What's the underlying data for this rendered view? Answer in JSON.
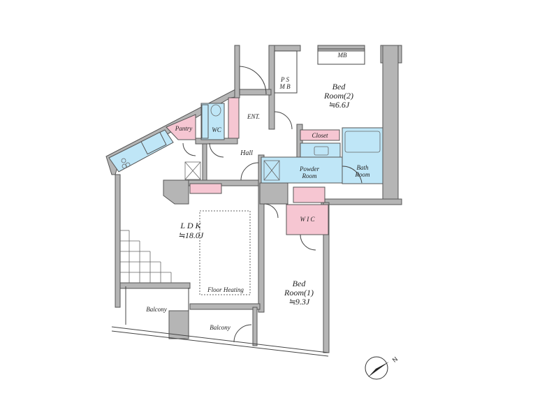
{
  "rooms": {
    "mb": "MB",
    "ps_1": "P S",
    "ps_2": "M B",
    "bed2_1": "Bed",
    "bed2_2": "Room(2)",
    "bed2_3": "≒6.6J",
    "ent": "ENT.",
    "pantry": "Pantry",
    "wc": "WC",
    "closet": "Closet",
    "hall": "Hall",
    "powder_1": "Powder",
    "powder_2": "Room",
    "bath_1": "Bath",
    "bath_2": "Room",
    "ldk_1": "L D K",
    "ldk_2": "≒18.0J",
    "floor_heating": "Floor Heating",
    "wic": "W I C",
    "bed1_1": "Bed",
    "bed1_2": "Room(1)",
    "bed1_3": "≒9.3J",
    "balcony_1": "Balcony",
    "balcony_2": "Balcony"
  },
  "compass": {
    "label": "N"
  },
  "colors": {
    "wet": "#bfe6f7",
    "storage": "#f6c6d2",
    "wall": "#b5b5b5"
  }
}
